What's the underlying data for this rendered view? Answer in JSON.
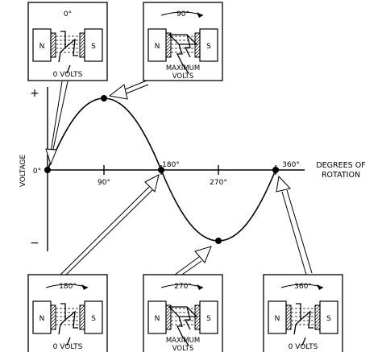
{
  "colors": {
    "ink": "#000000",
    "background": "#ffffff"
  },
  "axes": {
    "y_label": "VOLTAGE",
    "plus": "+",
    "minus": "−",
    "x_label_line1": "DEGREES OF",
    "x_label_line2": "ROTATION",
    "ticks": [
      "0°",
      "90°",
      "180°",
      "270°",
      "360°"
    ]
  },
  "curve": {
    "type": "sine",
    "points_deg": [
      0,
      90,
      180,
      270,
      360
    ],
    "relative_voltage": [
      0,
      1,
      0,
      -1,
      0
    ]
  },
  "panels": [
    {
      "angle": "0°",
      "pole_n": "N",
      "pole_s": "S",
      "caption": "0 VOLTS",
      "caption2": ""
    },
    {
      "angle": "90°",
      "pole_n": "N",
      "pole_s": "S",
      "caption": "MAXIMUM",
      "caption2": "VOLTS"
    },
    {
      "angle": "180°",
      "pole_n": "N",
      "pole_s": "S",
      "caption": "0 VOLTS",
      "caption2": ""
    },
    {
      "angle": "270°",
      "pole_n": "N",
      "pole_s": "S",
      "caption": "MAXIMUM",
      "caption2": "VOLTS"
    },
    {
      "angle": "360°",
      "pole_n": "N",
      "pole_s": "S",
      "caption": "0 VOLTS",
      "caption2": ""
    }
  ]
}
